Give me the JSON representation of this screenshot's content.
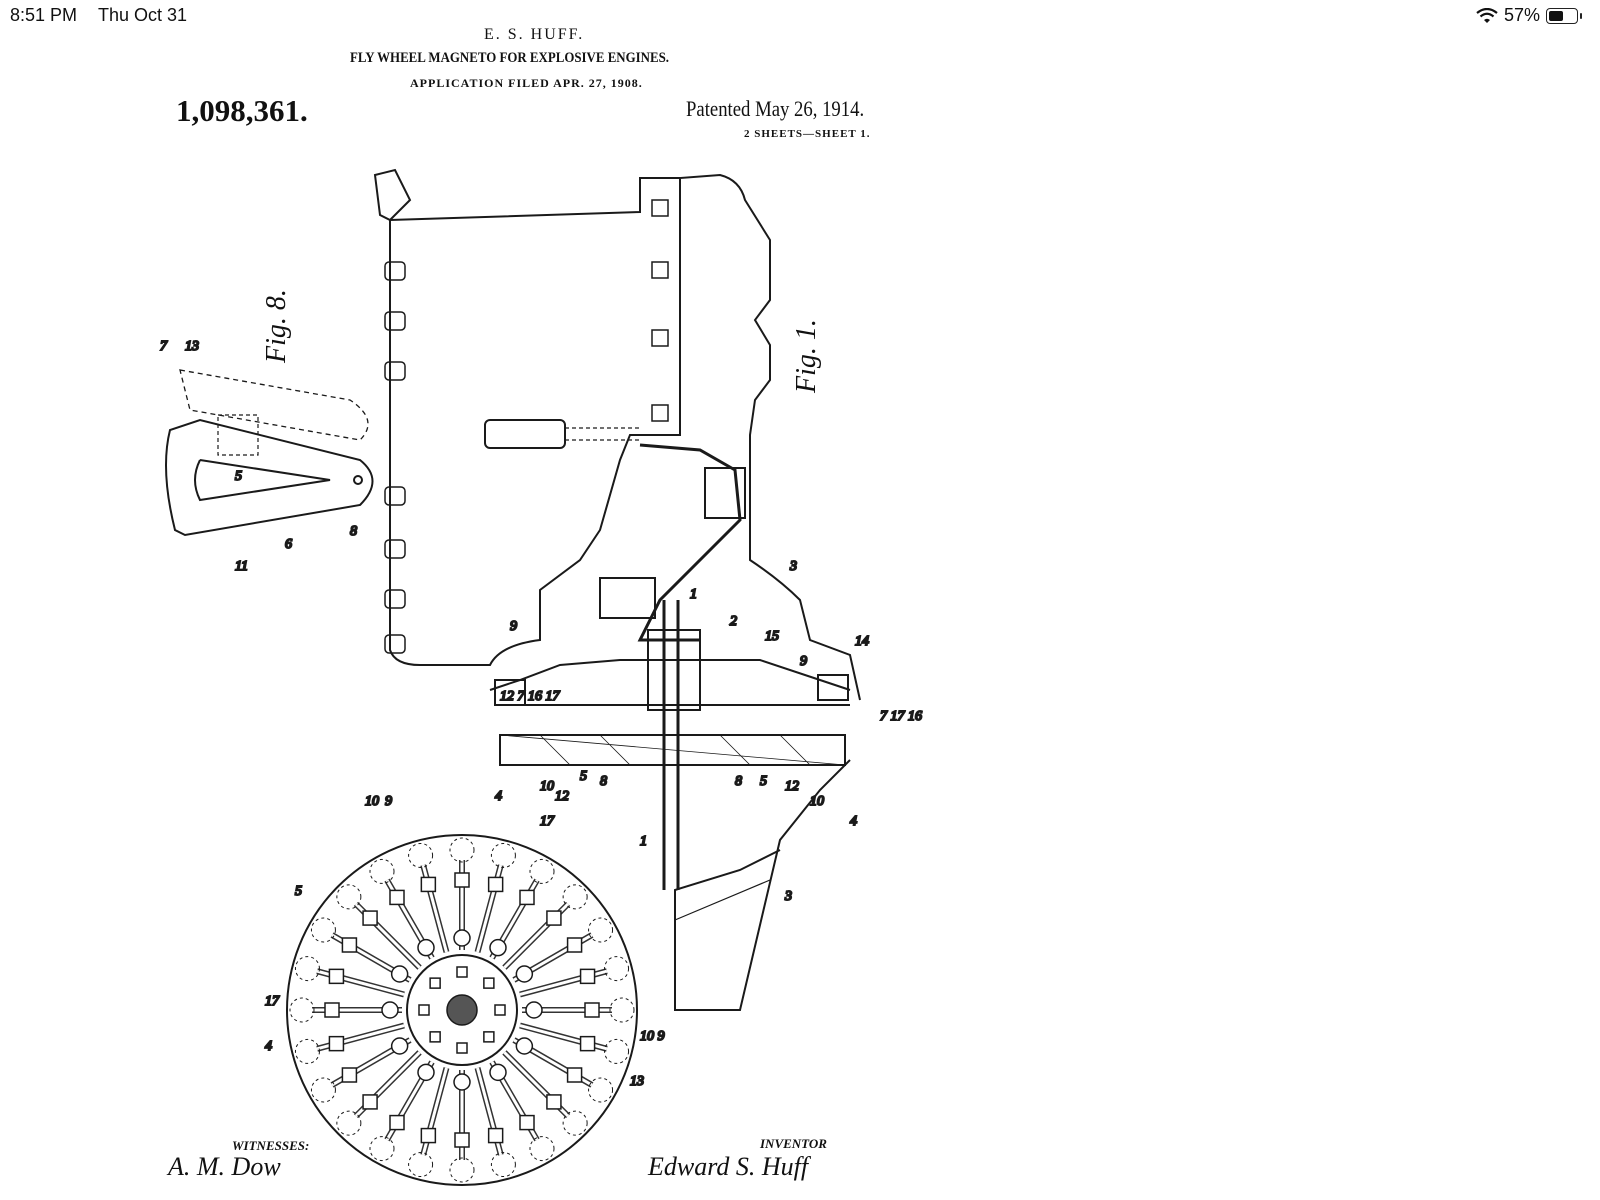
{
  "status_bar": {
    "time": "8:51 PM",
    "date": "Thu Oct 31",
    "battery_percent": "57%",
    "battery_level": 0.57
  },
  "patent": {
    "inventor_header": "E. S. HUFF.",
    "title": "FLY WHEEL MAGNETO FOR EXPLOSIVE ENGINES.",
    "application": "APPLICATION FILED APR. 27, 1908.",
    "number": "1,098,361.",
    "patented": "Patented May 26, 1914.",
    "sheets": "2 SHEETS—SHEET 1.",
    "fig1_label": "Fig. 1.",
    "fig8_label": "Fig. 8.",
    "witnesses_label": "WITNESSES:",
    "inventor_label": "INVENTOR",
    "witness_signature": "A. M. Dow",
    "inventor_signature": "Edward S. Huff"
  }
}
